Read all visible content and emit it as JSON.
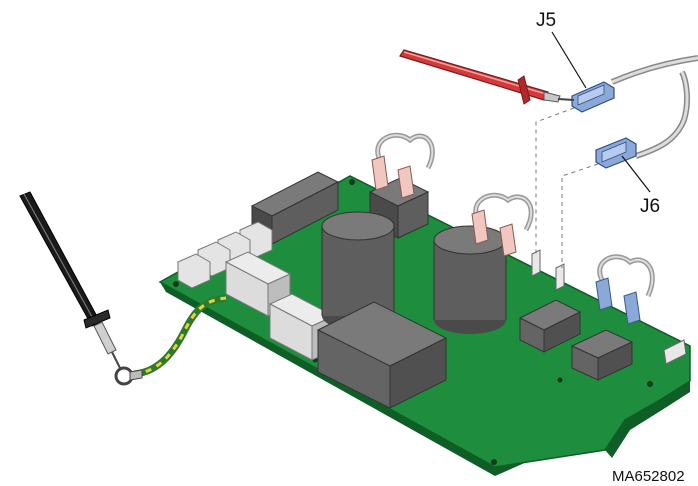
{
  "labels": {
    "j5": "J5",
    "j6": "J6",
    "figure_code": "MA652802"
  },
  "colors": {
    "board": "#1e8e3e",
    "board_edge": "#0f5e26",
    "component_dark": "#6b6b6b",
    "component_light": "#d9d9d9",
    "probe_red": "#d43a3a",
    "probe_black": "#1a1a1a",
    "connector_blue": "#8aa8d8",
    "connector_pink": "#f0c8c0",
    "ground_wire_green": "#3d9a3d",
    "ground_wire_yellow": "#e8d23a"
  },
  "icons": {
    "red_probe": "red-test-probe",
    "black_probe": "black-test-probe",
    "ground_ring": "ground-ring-terminal"
  }
}
